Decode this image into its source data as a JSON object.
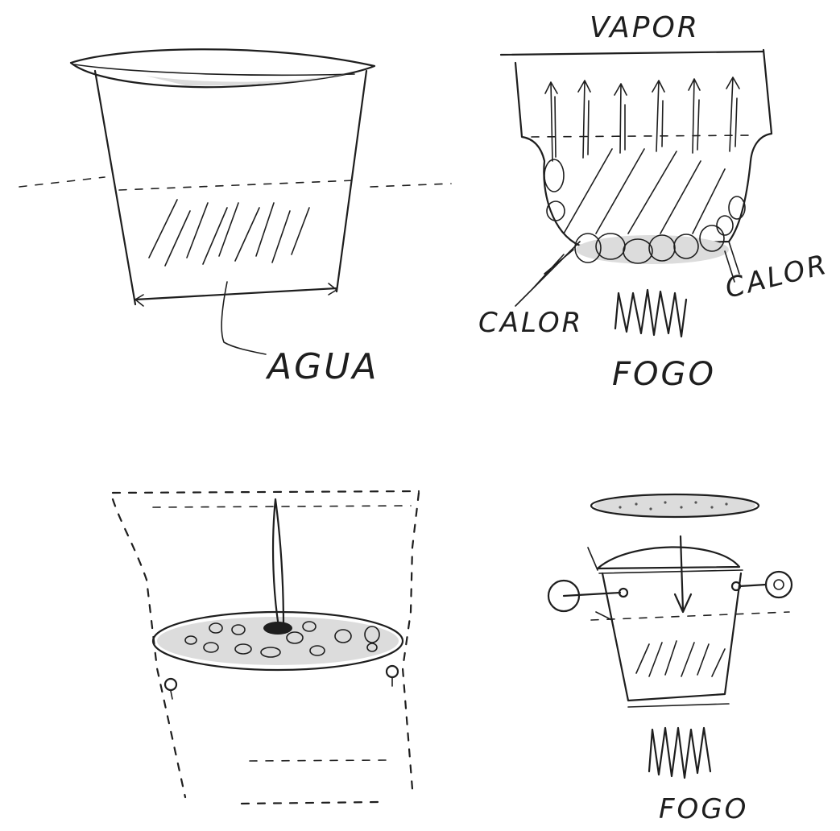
{
  "panels": {
    "top_left": {
      "label": "AGUA"
    },
    "top_right": {
      "top_label": "VAPOR",
      "heat_left": "CALOR",
      "heat_right": "CALOR",
      "fire_label": "FOGO"
    },
    "bottom_left": {},
    "bottom_right": {
      "fire_label": "FOGO"
    }
  },
  "colors": {
    "ink": "#1e1e1e",
    "paper": "#ffffff",
    "shade": "#dcdcdc"
  }
}
